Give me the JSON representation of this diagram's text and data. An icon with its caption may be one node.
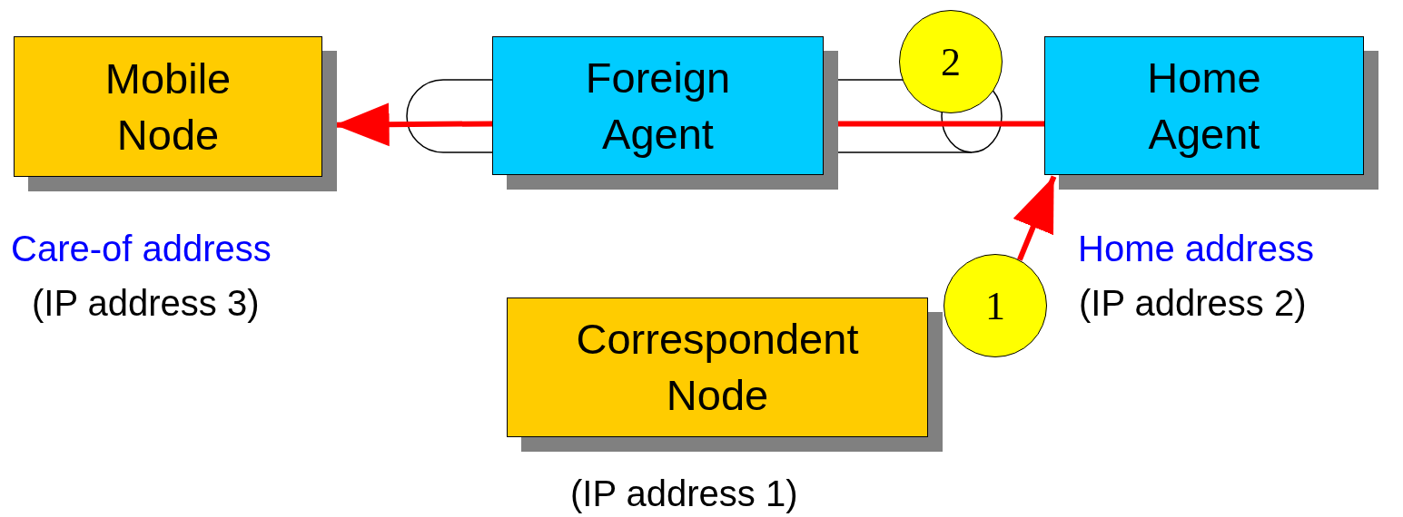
{
  "diagram": {
    "nodes": [
      {
        "text": [
          "Mobile Node"
        ],
        "beside": [
          "Care-of address",
          "(IP address 3)"
        ]
      },
      {
        "text": [
          "Foreign Agent"
        ]
      },
      {
        "text": [
          "Home Agent"
        ],
        "beside": [
          "Home address",
          "(IP address 2)"
        ]
      },
      {
        "text": [
          "Correspondent Node"
        ],
        "beside": [
          "(IP address 1)"
        ]
      },
      {
        "text": [
          "2"
        ]
      },
      {
        "text": [
          "1"
        ]
      }
    ],
    "edges": [
      {
        "from": 5,
        "to": 2,
        "arrow": "to",
        "color": "#ff0000"
      },
      {
        "from": 2,
        "to": 1,
        "arrow": "none",
        "color": "#ff0000"
      },
      {
        "from": 1,
        "to": 0,
        "arrow": "to",
        "color": "#ff0000"
      }
    ]
  }
}
